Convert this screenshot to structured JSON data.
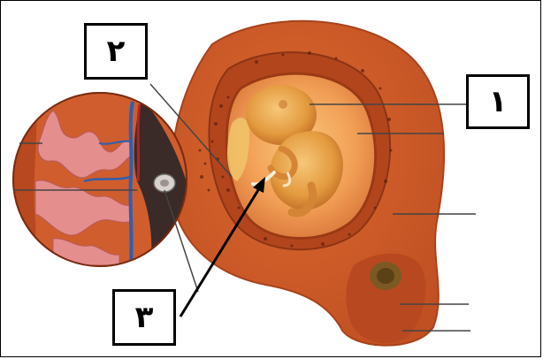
{
  "diagram": {
    "labels": [
      {
        "id": "label-1",
        "text": "۱"
      },
      {
        "id": "label-2",
        "text": "۲"
      },
      {
        "id": "label-3",
        "text": "۳"
      }
    ],
    "colors": {
      "uterus_wall": "#cf5a2a",
      "uterus_dark": "#b1461e",
      "amniotic_fluid": "#f3a25a",
      "embryo": "#e7a045",
      "placenta_villi": "#e58e8e",
      "vessel_blue": "#2d5fb0",
      "leader_line": "#444444"
    }
  }
}
